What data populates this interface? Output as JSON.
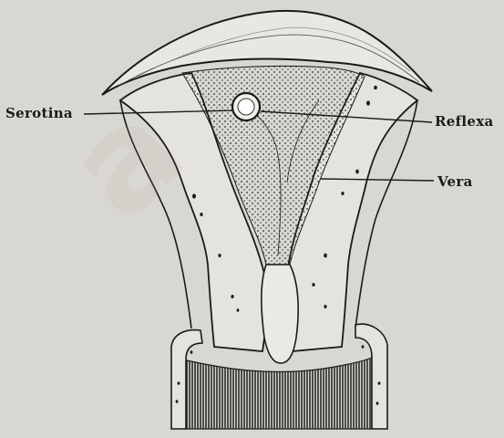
{
  "figure": {
    "labels": {
      "serotina": "Serotina",
      "reflexa": "Reflexa",
      "vera": "Vera"
    },
    "watermark": "a"
  },
  "colors": {
    "paper": "#d9d7d1",
    "ink": "#1a1a1a",
    "tissue_light": "#e6e4de",
    "tissue_dark": "#2a2a2a"
  }
}
